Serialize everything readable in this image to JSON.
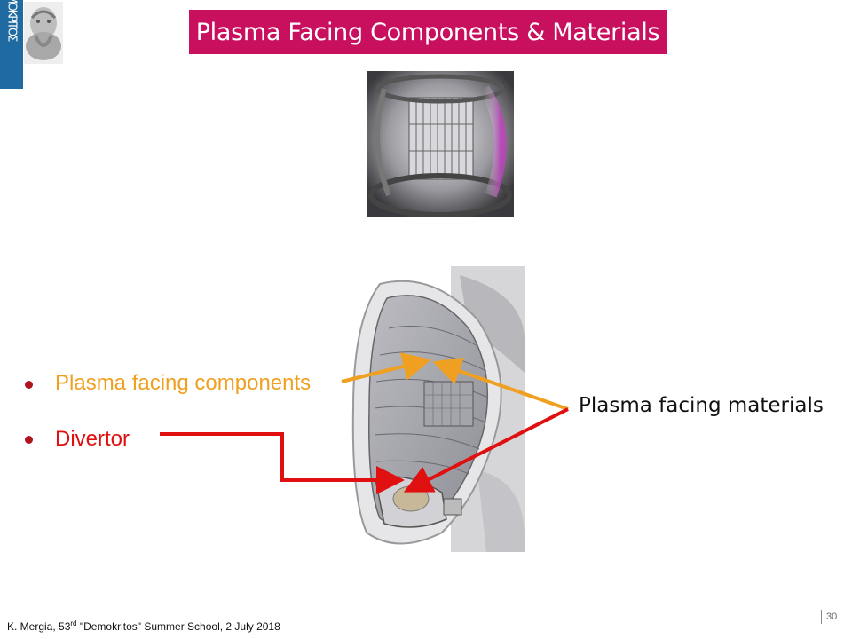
{
  "logo": {
    "text": "ΔΗΜΟΚΡΙΤΟΣ",
    "icon": "democritus-logo-icon"
  },
  "slide": {
    "title": "Plasma Facing Components & Materials",
    "title_bg": "#c8105f",
    "images": {
      "top": "tokamak-interior-icon",
      "bottom": "tokamak-cutaway-icon"
    },
    "bullets": [
      {
        "text": "Plasma facing components",
        "color": "#f0a020"
      },
      {
        "text": "Divertor",
        "color": "#e01010"
      }
    ],
    "callout": "Plasma facing materials",
    "arrow_colors": {
      "orange": "#f0a020",
      "red": "#e01010"
    }
  },
  "footer": {
    "author": "K. Mergia, 53",
    "ordinal": "rd",
    "event": " \"Demokritos\" Summer School, 2 July 2018",
    "page": "30"
  }
}
